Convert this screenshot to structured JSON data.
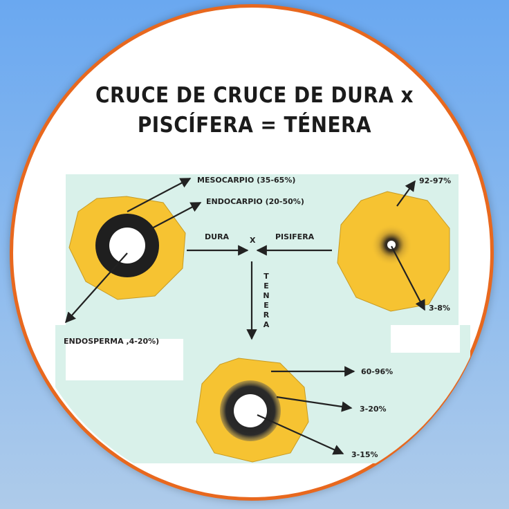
{
  "title_line1": "CRUCE DE CRUCE DE DURA x",
  "title_line2": "PISCÍFERA = TÉNERA",
  "labels": {
    "mesocarpio": "MESOCARPIO (35-65%)",
    "endocarpio": "ENDOCARPIO (20-50%)",
    "endosperma": "ENDOSPERMA ,4-20%)",
    "dura": "DURA",
    "cross": "X",
    "pisifera": "PISIFERA",
    "tenera_vertical": "TENERA",
    "pis_top": "92-97%",
    "pis_bottom": "3-8%",
    "ten_1": "60-96%",
    "ten_2": "3-20%",
    "ten_3": "3-15%"
  },
  "colors": {
    "background": "#7fb2ee",
    "border": "#e8681e",
    "panel": "#d9f1ea",
    "mesocarp": "#f6c332",
    "shell": "#1f1f1f"
  }
}
